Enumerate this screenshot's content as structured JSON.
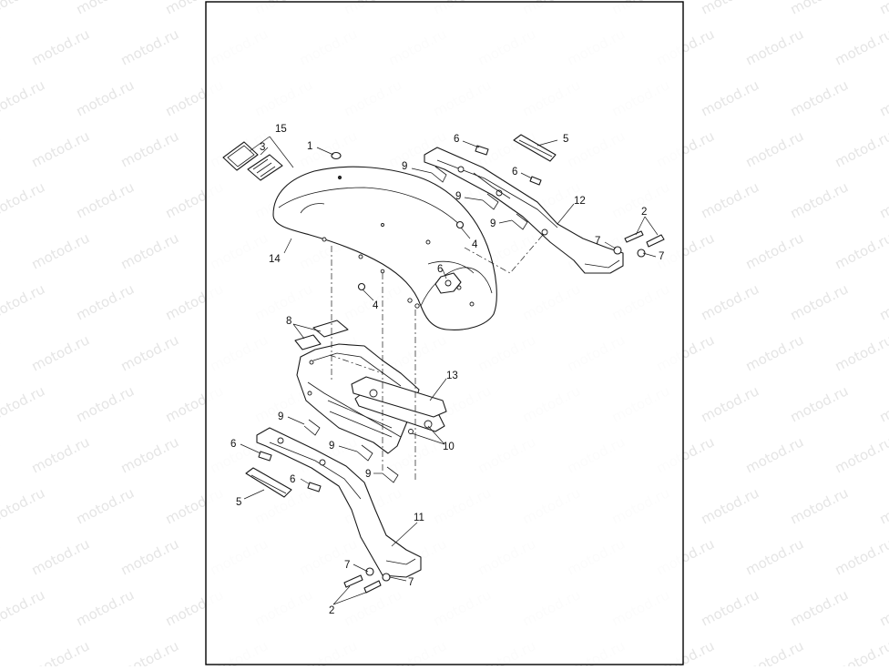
{
  "watermark": {
    "text": "motod.ru",
    "color": "#c8c8c8"
  },
  "callouts": [
    {
      "id": "c1",
      "label": "1"
    },
    {
      "id": "c2a",
      "label": "2"
    },
    {
      "id": "c2b",
      "label": "2"
    },
    {
      "id": "c3",
      "label": "3"
    },
    {
      "id": "c4a",
      "label": "4"
    },
    {
      "id": "c4b",
      "label": "4"
    },
    {
      "id": "c5a",
      "label": "5"
    },
    {
      "id": "c5b",
      "label": "5"
    },
    {
      "id": "c6a",
      "label": "6"
    },
    {
      "id": "c6b",
      "label": "6"
    },
    {
      "id": "c6c",
      "label": "6"
    },
    {
      "id": "c6d",
      "label": "6"
    },
    {
      "id": "c6e",
      "label": "6"
    },
    {
      "id": "c7a",
      "label": "7"
    },
    {
      "id": "c7b",
      "label": "7"
    },
    {
      "id": "c7c",
      "label": "7"
    },
    {
      "id": "c7d",
      "label": "7"
    },
    {
      "id": "c8",
      "label": "8"
    },
    {
      "id": "c9a",
      "label": "9"
    },
    {
      "id": "c9b",
      "label": "9"
    },
    {
      "id": "c9c",
      "label": "9"
    },
    {
      "id": "c9d",
      "label": "9"
    },
    {
      "id": "c9e",
      "label": "9"
    },
    {
      "id": "c9f",
      "label": "9"
    },
    {
      "id": "c10",
      "label": "10"
    },
    {
      "id": "c11",
      "label": "11"
    },
    {
      "id": "c12",
      "label": "12"
    },
    {
      "id": "c13",
      "label": "13"
    },
    {
      "id": "c14",
      "label": "14"
    },
    {
      "id": "c15",
      "label": "15"
    }
  ]
}
